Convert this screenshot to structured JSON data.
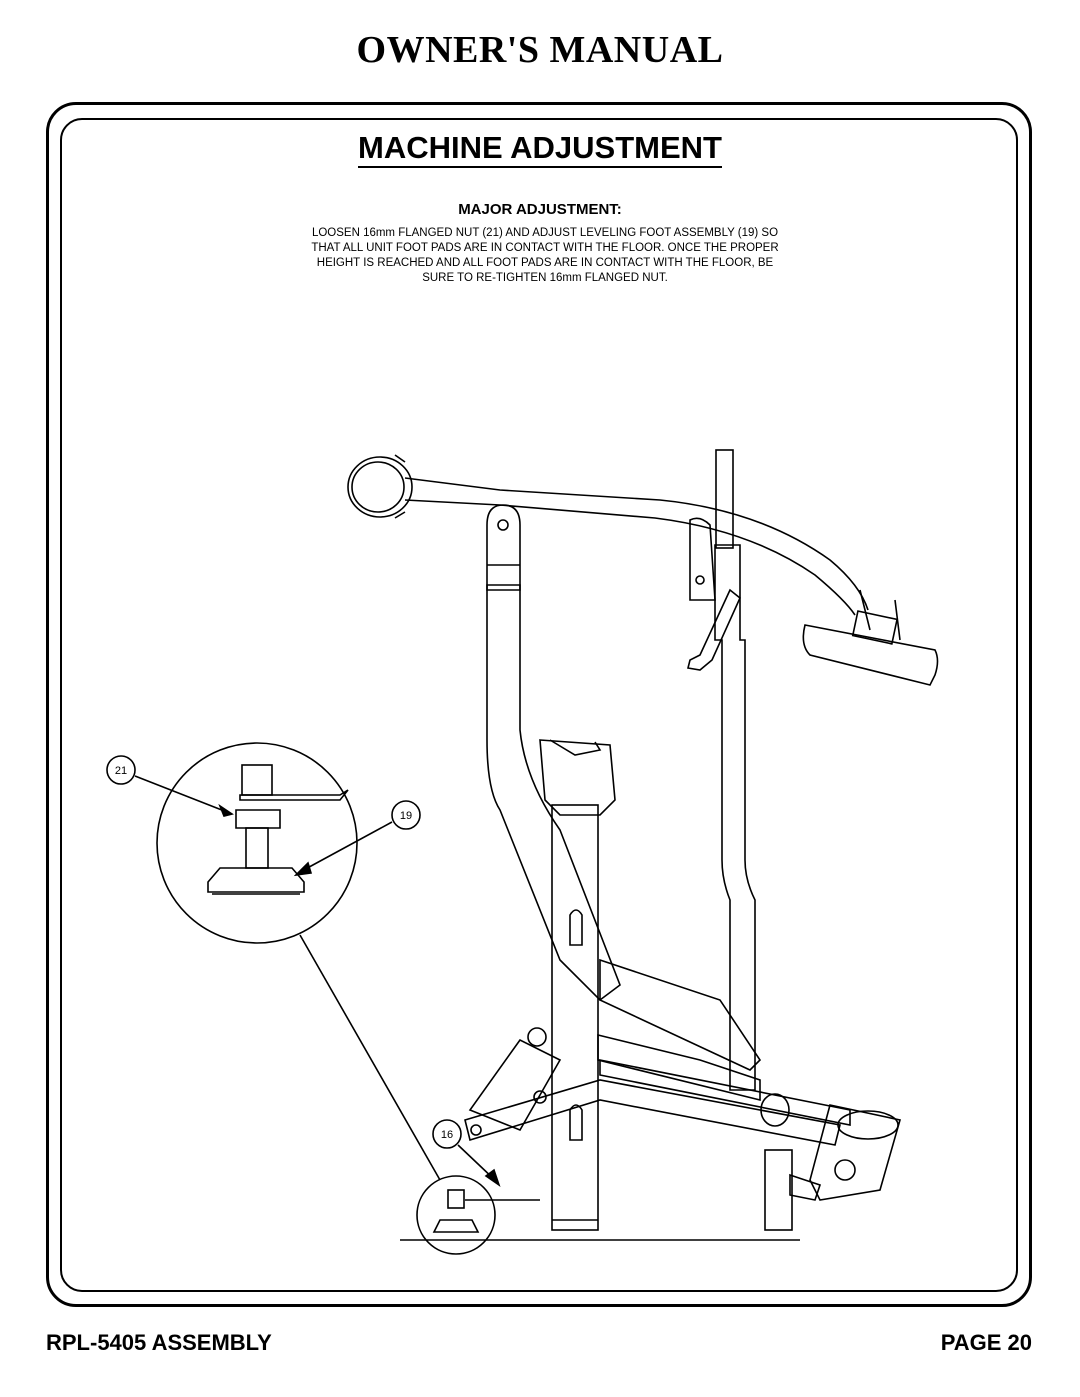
{
  "header": {
    "title": "OWNER'S MANUAL"
  },
  "section": {
    "title": "MACHINE ADJUSTMENT",
    "subheading": "MAJOR ADJUSTMENT:",
    "instructions": "LOOSEN 16mm FLANGED NUT (21) AND ADJUST LEVELING FOOT ASSEMBLY (19) SO THAT ALL UNIT FOOT PADS ARE IN CONTACT WITH THE FLOOR.  ONCE THE PROPER HEIGHT IS REACHED AND ALL FOOT PADS ARE IN CONTACT WITH THE FLOOR, BE SURE TO RE-TIGHTEN 16mm FLANGED NUT."
  },
  "callouts": {
    "part_21": "21",
    "part_19": "19",
    "part_16": "16"
  },
  "footer": {
    "model": "RPL-5405 ASSEMBLY",
    "page": "PAGE 20"
  }
}
